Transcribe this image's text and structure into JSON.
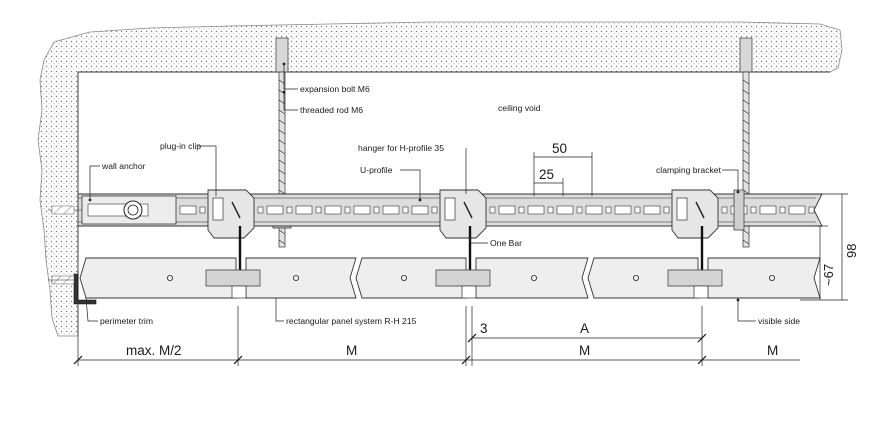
{
  "labels": {
    "expansion_bolt": "expansion bolt M6",
    "threaded_rod": "threaded rod M6",
    "ceiling_void": "ceiling void",
    "plug_in_clip": "plug-in clip",
    "hanger": "hanger for H-profile 35",
    "wall_anchor": "wall anchor",
    "u_profile": "U-profile",
    "clamping_bracket": "clamping bracket",
    "one_bar": "One Bar",
    "perimeter_trim": "perimeter trim",
    "panel_system": "rectangular panel system R-H 215",
    "visible_side": "visible side"
  },
  "dimensions": {
    "d50": "50",
    "d25": "25",
    "d67": "~67",
    "d98": "98",
    "d3": "3",
    "dA": "A",
    "max_m2": "max. M/2",
    "m1": "M",
    "m2": "M",
    "m3": "M"
  }
}
